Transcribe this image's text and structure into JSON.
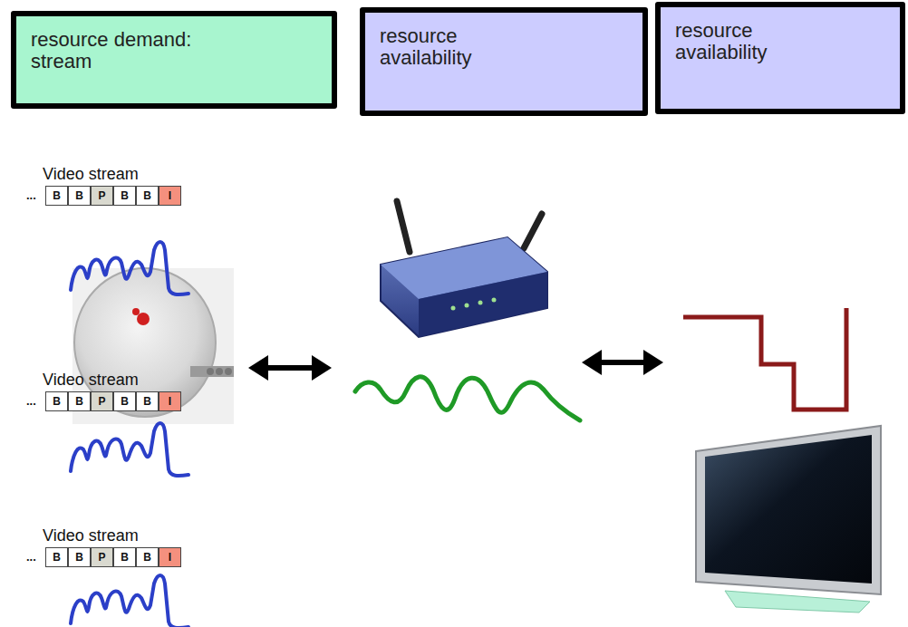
{
  "diagram": {
    "nodes": [
      {
        "text": [
          "resource demand: stream"
        ]
      },
      {
        "text": [
          "resource availability"
        ]
      },
      {
        "text": [
          "resource availability"
        ]
      }
    ],
    "labels": [
      "Video stream",
      "...",
      "B",
      "B",
      "P",
      "B",
      "B",
      "I",
      "Video stream",
      "...",
      "B",
      "B",
      "P",
      "B",
      "B",
      "I",
      "Video stream",
      "...",
      "B",
      "B",
      "P",
      "B",
      "B",
      "I"
    ]
  }
}
